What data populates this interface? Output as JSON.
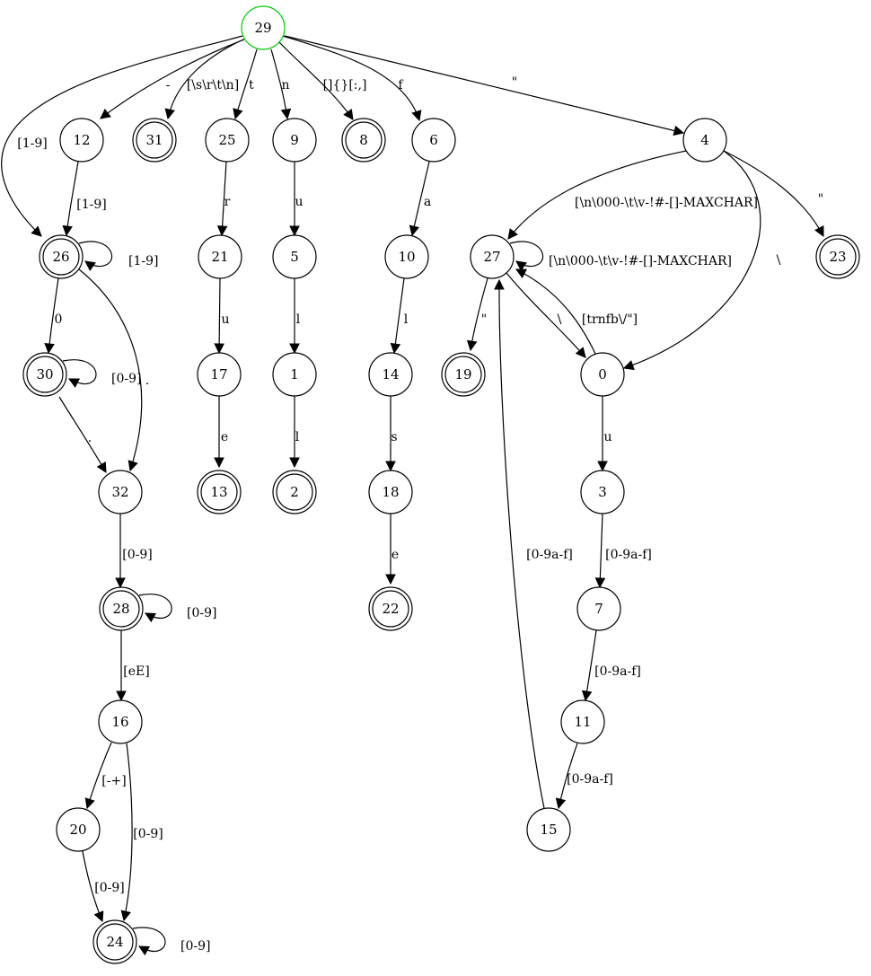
{
  "graph": {
    "start_node": "29",
    "start_color": "#00cc00",
    "nodes": [
      {
        "id": "29",
        "label": "29",
        "accepting": false,
        "start": true
      },
      {
        "id": "12",
        "label": "12",
        "accepting": false
      },
      {
        "id": "31",
        "label": "31",
        "accepting": true
      },
      {
        "id": "25",
        "label": "25",
        "accepting": false
      },
      {
        "id": "9",
        "label": "9",
        "accepting": false
      },
      {
        "id": "8",
        "label": "8",
        "accepting": true
      },
      {
        "id": "6",
        "label": "6",
        "accepting": false
      },
      {
        "id": "4",
        "label": "4",
        "accepting": false
      },
      {
        "id": "26",
        "label": "26",
        "accepting": true
      },
      {
        "id": "21",
        "label": "21",
        "accepting": false
      },
      {
        "id": "5",
        "label": "5",
        "accepting": false
      },
      {
        "id": "10",
        "label": "10",
        "accepting": false
      },
      {
        "id": "27",
        "label": "27",
        "accepting": false
      },
      {
        "id": "23",
        "label": "23",
        "accepting": true
      },
      {
        "id": "30",
        "label": "30",
        "accepting": true
      },
      {
        "id": "17",
        "label": "17",
        "accepting": false
      },
      {
        "id": "1",
        "label": "1",
        "accepting": false
      },
      {
        "id": "14",
        "label": "14",
        "accepting": false
      },
      {
        "id": "19",
        "label": "19",
        "accepting": true
      },
      {
        "id": "0",
        "label": "0",
        "accepting": false
      },
      {
        "id": "32",
        "label": "32",
        "accepting": false
      },
      {
        "id": "13",
        "label": "13",
        "accepting": true
      },
      {
        "id": "2",
        "label": "2",
        "accepting": true
      },
      {
        "id": "18",
        "label": "18",
        "accepting": false
      },
      {
        "id": "3",
        "label": "3",
        "accepting": false
      },
      {
        "id": "28",
        "label": "28",
        "accepting": true
      },
      {
        "id": "22",
        "label": "22",
        "accepting": true
      },
      {
        "id": "7",
        "label": "7",
        "accepting": false
      },
      {
        "id": "16",
        "label": "16",
        "accepting": false
      },
      {
        "id": "11",
        "label": "11",
        "accepting": false
      },
      {
        "id": "20",
        "label": "20",
        "accepting": false
      },
      {
        "id": "15",
        "label": "15",
        "accepting": false
      },
      {
        "id": "24",
        "label": "24",
        "accepting": true
      }
    ],
    "edges": [
      {
        "from": "29",
        "to": "26",
        "label": "[1-9]"
      },
      {
        "from": "29",
        "to": "12",
        "label": "-"
      },
      {
        "from": "29",
        "to": "31",
        "label": "[\\s\\r\\t\\n]"
      },
      {
        "from": "29",
        "to": "25",
        "label": "t"
      },
      {
        "from": "29",
        "to": "9",
        "label": "n"
      },
      {
        "from": "29",
        "to": "8",
        "label": "[]{}[:,]"
      },
      {
        "from": "29",
        "to": "6",
        "label": "f"
      },
      {
        "from": "29",
        "to": "4",
        "label": "\""
      },
      {
        "from": "12",
        "to": "26",
        "label": "[1-9]"
      },
      {
        "from": "26",
        "to": "26",
        "label": "[1-9]"
      },
      {
        "from": "26",
        "to": "30",
        "label": "0"
      },
      {
        "from": "26",
        "to": "32",
        "label": "."
      },
      {
        "from": "30",
        "to": "30",
        "label": "[0-9]"
      },
      {
        "from": "30",
        "to": "32",
        "label": "."
      },
      {
        "from": "32",
        "to": "28",
        "label": "[0-9]"
      },
      {
        "from": "28",
        "to": "28",
        "label": "[0-9]"
      },
      {
        "from": "28",
        "to": "16",
        "label": "[eE]"
      },
      {
        "from": "16",
        "to": "20",
        "label": "[-+]"
      },
      {
        "from": "16",
        "to": "24",
        "label": "[0-9]"
      },
      {
        "from": "20",
        "to": "24",
        "label": "[0-9]"
      },
      {
        "from": "24",
        "to": "24",
        "label": "[0-9]"
      },
      {
        "from": "25",
        "to": "21",
        "label": "r"
      },
      {
        "from": "21",
        "to": "17",
        "label": "u"
      },
      {
        "from": "17",
        "to": "13",
        "label": "e"
      },
      {
        "from": "9",
        "to": "5",
        "label": "u"
      },
      {
        "from": "5",
        "to": "1",
        "label": "l"
      },
      {
        "from": "1",
        "to": "2",
        "label": "l"
      },
      {
        "from": "6",
        "to": "10",
        "label": "a"
      },
      {
        "from": "10",
        "to": "14",
        "label": "l"
      },
      {
        "from": "14",
        "to": "18",
        "label": "s"
      },
      {
        "from": "18",
        "to": "22",
        "label": "e"
      },
      {
        "from": "4",
        "to": "27",
        "label": "[\\n\\000-\\t\\v-!#-[]-MAXCHAR]"
      },
      {
        "from": "4",
        "to": "0",
        "label": "\\"
      },
      {
        "from": "4",
        "to": "23",
        "label": "\""
      },
      {
        "from": "27",
        "to": "27",
        "label": "[\\n\\000-\\t\\v-!#-[]-MAXCHAR]"
      },
      {
        "from": "27",
        "to": "19",
        "label": "\""
      },
      {
        "from": "27",
        "to": "0",
        "label": "\\"
      },
      {
        "from": "0",
        "to": "27",
        "label": "[trnfb\\/\"]"
      },
      {
        "from": "0",
        "to": "3",
        "label": "u"
      },
      {
        "from": "3",
        "to": "7",
        "label": "[0-9a-f]"
      },
      {
        "from": "7",
        "to": "11",
        "label": "[0-9a-f]"
      },
      {
        "from": "11",
        "to": "15",
        "label": "[0-9a-f]"
      },
      {
        "from": "15",
        "to": "27",
        "label": "[0-9a-f]"
      }
    ]
  }
}
